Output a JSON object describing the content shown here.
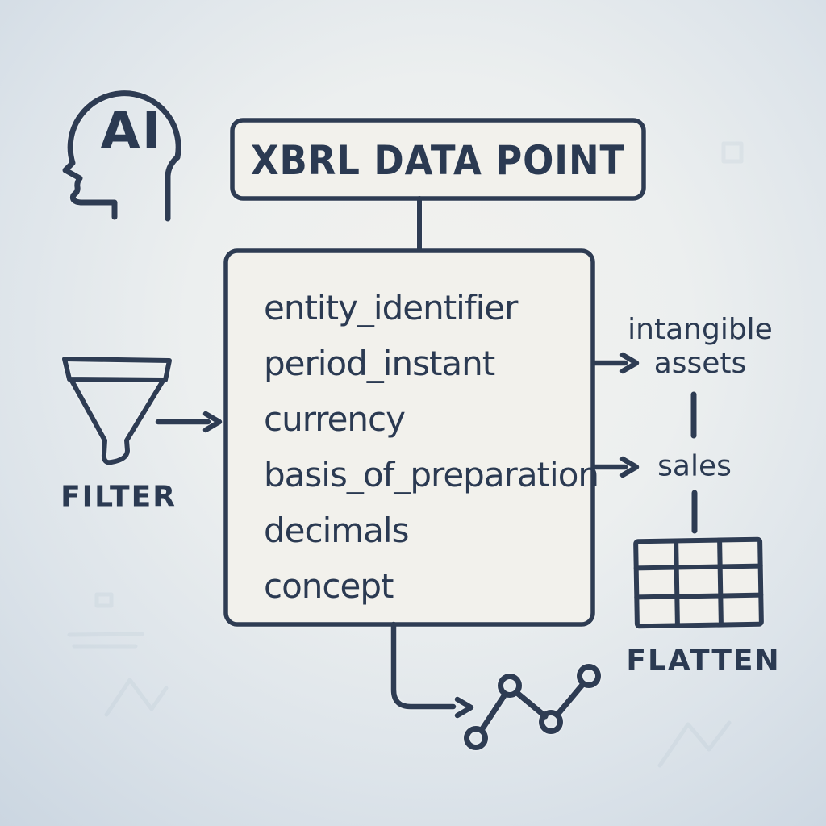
{
  "palette": {
    "ink": "#2e3c53",
    "text": "#2b3a52",
    "box_fill": "#f2f1ec",
    "background_center": "#f3f2ee",
    "background_edge": "#cbd6e1"
  },
  "ai_head": {
    "label": "AI"
  },
  "header": {
    "title": "XBRL DATA POINT"
  },
  "main_box": {
    "fields": [
      "entity_identifier",
      "period_instant",
      "currency",
      "basis_of_preparation",
      "decimals",
      "concept"
    ]
  },
  "filter": {
    "label": "FILTER"
  },
  "flatten": {
    "label": "FLATTEN"
  },
  "outputs": {
    "intangible_line1": "intangible",
    "intangible_line2": "assets",
    "sales": "sales"
  },
  "icons": {
    "ai_head": "profile-head-outline",
    "filter": "funnel",
    "flatten": "table-grid-3x3",
    "chart": "zigzag-line-chart-dots",
    "arrows": "hand-drawn-right-arrow"
  }
}
